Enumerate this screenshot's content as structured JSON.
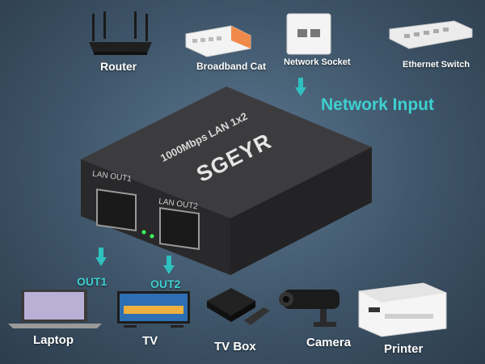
{
  "top_devices": {
    "router": "Router",
    "broadband_cat": "Broadband Cat",
    "network_socket": "Network Socket",
    "ethernet_switch": "Ethernet Switch"
  },
  "network_input": "Network Input",
  "splitter": {
    "brand": "SGEYR",
    "model": "1000Mbps LAN 1x2",
    "port1": "LAN OUT1",
    "port2": "LAN OUT2"
  },
  "outputs": {
    "out1": "OUT1",
    "out2": "OUT2"
  },
  "bottom_devices": {
    "laptop": "Laptop",
    "tv": "TV",
    "tv_box": "TV Box",
    "camera": "Camera",
    "printer": "Printer"
  },
  "colors": {
    "accent": "#2fc0c0",
    "background": "#3e5468",
    "device_body": "#3a3a3c"
  }
}
